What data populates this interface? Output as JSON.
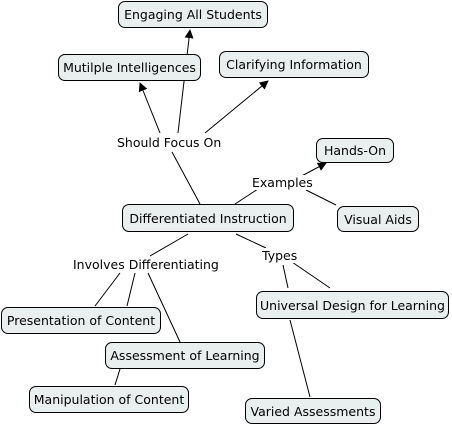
{
  "colors": {
    "node_fill": "#e9efee",
    "border": "#000000",
    "background": "#ffffff"
  },
  "nodes": {
    "engaging": "Engaging All Students",
    "multiple_intelligences": "Mutilple Intelligences",
    "clarifying": "Clarifying Information",
    "hands_on": "Hands-On",
    "visual_aids": "Visual Aids",
    "differentiated": "Differentiated Instruction",
    "udl": "Universal Design for Learning",
    "presentation": "Presentation of Content",
    "assessment_learning": "Assessment of Learning",
    "manipulation": "Manipulation of Content",
    "varied_assessments": "Varied Assessments"
  },
  "links": {
    "should_focus_on": "Should Focus On",
    "examples": "Examples",
    "types": "Types",
    "involves_differentiating": "Involves Differentiating"
  }
}
